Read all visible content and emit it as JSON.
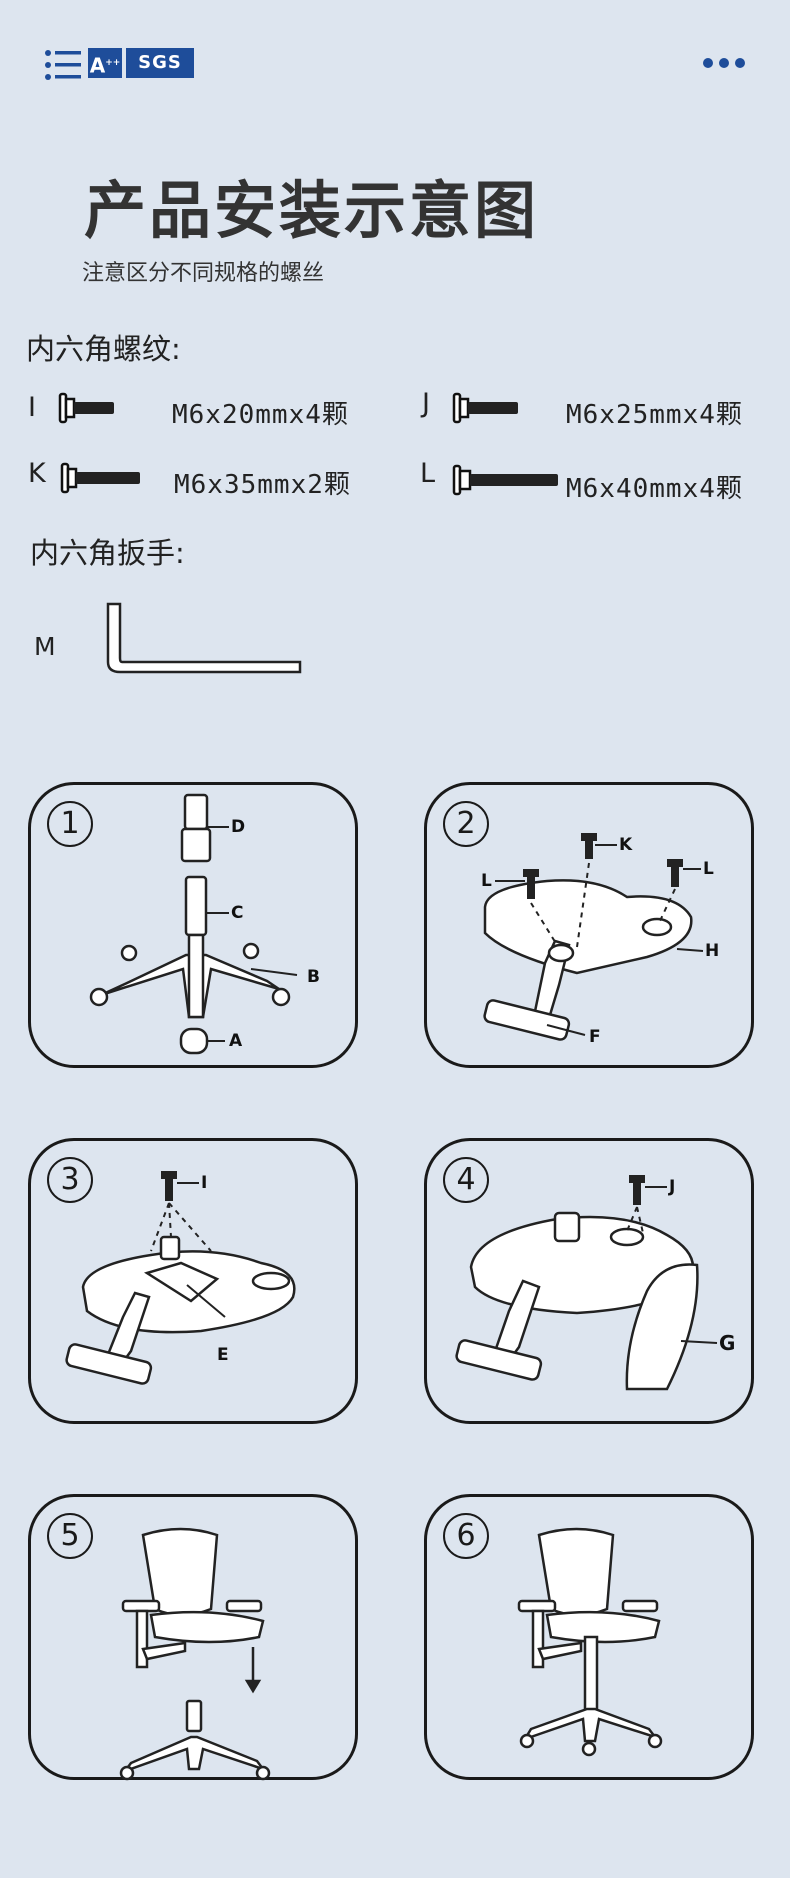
{
  "header": {
    "badge_a": "A",
    "badge_a_sup": "++",
    "badge_sgs": "SGS",
    "icons": [
      "menu-list-icon",
      "more-dots-icon"
    ],
    "accent_color": "#1e4d9a"
  },
  "page": {
    "title": "产品安装示意图",
    "subtitle": "注意区分不同规格的螺丝"
  },
  "hex_screws": {
    "heading": "内六角螺纹:",
    "items": [
      {
        "label": "I",
        "spec": "M6x20mmx4颗"
      },
      {
        "label": "J",
        "spec": "M6x25mmx4颗"
      },
      {
        "label": "K",
        "spec": "M6x35mmx2颗"
      },
      {
        "label": "L",
        "spec": "M6x40mmx4颗"
      }
    ]
  },
  "wrench": {
    "heading": "内六角扳手:",
    "label": "M"
  },
  "steps": [
    {
      "number": "1",
      "parts": [
        "D",
        "C",
        "B",
        "A"
      ]
    },
    {
      "number": "2",
      "parts": [
        "K",
        "L",
        "L",
        "H",
        "F"
      ]
    },
    {
      "number": "3",
      "parts": [
        "I",
        "E"
      ]
    },
    {
      "number": "4",
      "parts": [
        "J",
        "G"
      ]
    },
    {
      "number": "5",
      "parts": []
    },
    {
      "number": "6",
      "parts": []
    }
  ]
}
